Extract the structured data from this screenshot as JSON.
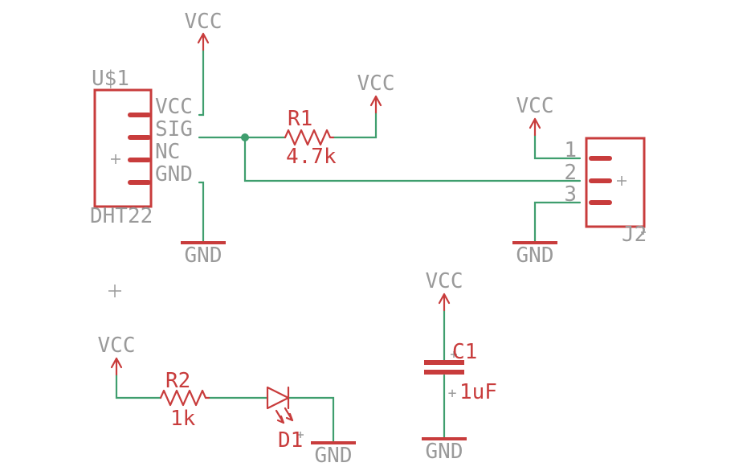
{
  "diagram": {
    "kind": "circuit-schematic",
    "description": "DHT22 temperature/humidity sensor schematic with pull-up resistor, LED indicator, decoupling capacitor and 3-pin connector"
  },
  "colors": {
    "background": "#ffffff",
    "symbol": "#c83c3c",
    "wire": "#3f9e6e",
    "text_gray": "#9a9a9a"
  },
  "nets": {
    "vcc": "VCC",
    "gnd": "GND"
  },
  "components": {
    "u1": {
      "name": "U$1",
      "value": "DHT22",
      "pins": [
        "VCC",
        "SIG",
        "NC",
        "GND"
      ]
    },
    "r1": {
      "name": "R1",
      "value": "4.7k"
    },
    "r2": {
      "name": "R2",
      "value": "1k"
    },
    "d1": {
      "name": "D1"
    },
    "c1": {
      "name": "C1",
      "value": "1uF",
      "polarity": "+"
    },
    "j2": {
      "name": "J2",
      "pins": [
        "1",
        "2",
        "3"
      ]
    }
  }
}
